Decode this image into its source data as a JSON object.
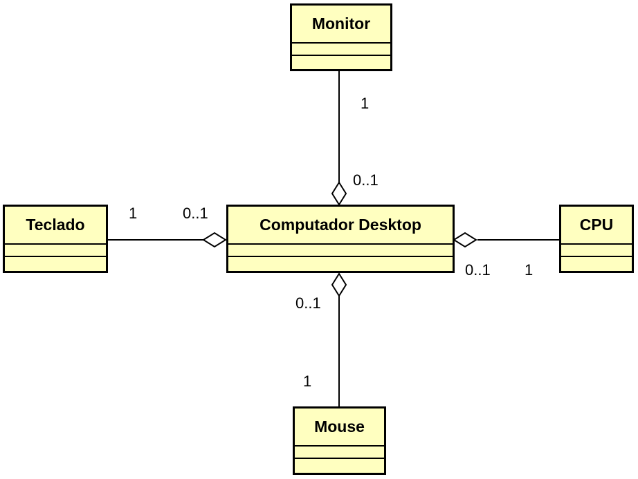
{
  "classes": {
    "monitor": {
      "name": "Monitor"
    },
    "teclado": {
      "name": "Teclado"
    },
    "computador": {
      "name": "Computador Desktop"
    },
    "cpu": {
      "name": "CPU"
    },
    "mouse": {
      "name": "Mouse"
    }
  },
  "associations": {
    "monitor": {
      "part_multiplicity": "1",
      "whole_multiplicity": "0..1"
    },
    "teclado": {
      "part_multiplicity": "1",
      "whole_multiplicity": "0..1"
    },
    "cpu": {
      "part_multiplicity": "1",
      "whole_multiplicity": "0..1"
    },
    "mouse": {
      "part_multiplicity": "1",
      "whole_multiplicity": "0..1"
    }
  },
  "colors": {
    "class_fill": "#ffffc0",
    "stroke": "#000000"
  }
}
